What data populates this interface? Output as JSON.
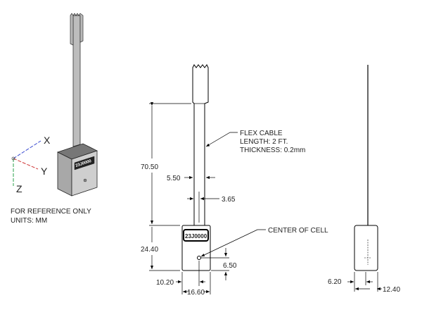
{
  "axes": {
    "x": "X",
    "y": "Y",
    "z": "Z"
  },
  "notes": {
    "reference": "FOR REFERENCE ONLY",
    "units": "UNITS: MM"
  },
  "callouts": {
    "flex_cable": [
      "FLEX CABLE",
      "LENGTH: 2 FT.",
      "THICKNESS:  0.2mm"
    ],
    "center": "CENTER OF CELL"
  },
  "label_plate": "23J0000",
  "dims": {
    "d70_50": "70.50",
    "d5_50": "5.50",
    "d3_65": "3.65",
    "d24_40": "24.40",
    "d6_50": "6.50",
    "d10_20": "10.20",
    "d16_60": "16.60",
    "d6_20": "6.20",
    "d12_40": "12.40"
  },
  "colors": {
    "x_axis": "#3a4bd0",
    "y_axis": "#d03a3a",
    "z_axis": "#2aa04a",
    "body": "#cfcfcf"
  }
}
